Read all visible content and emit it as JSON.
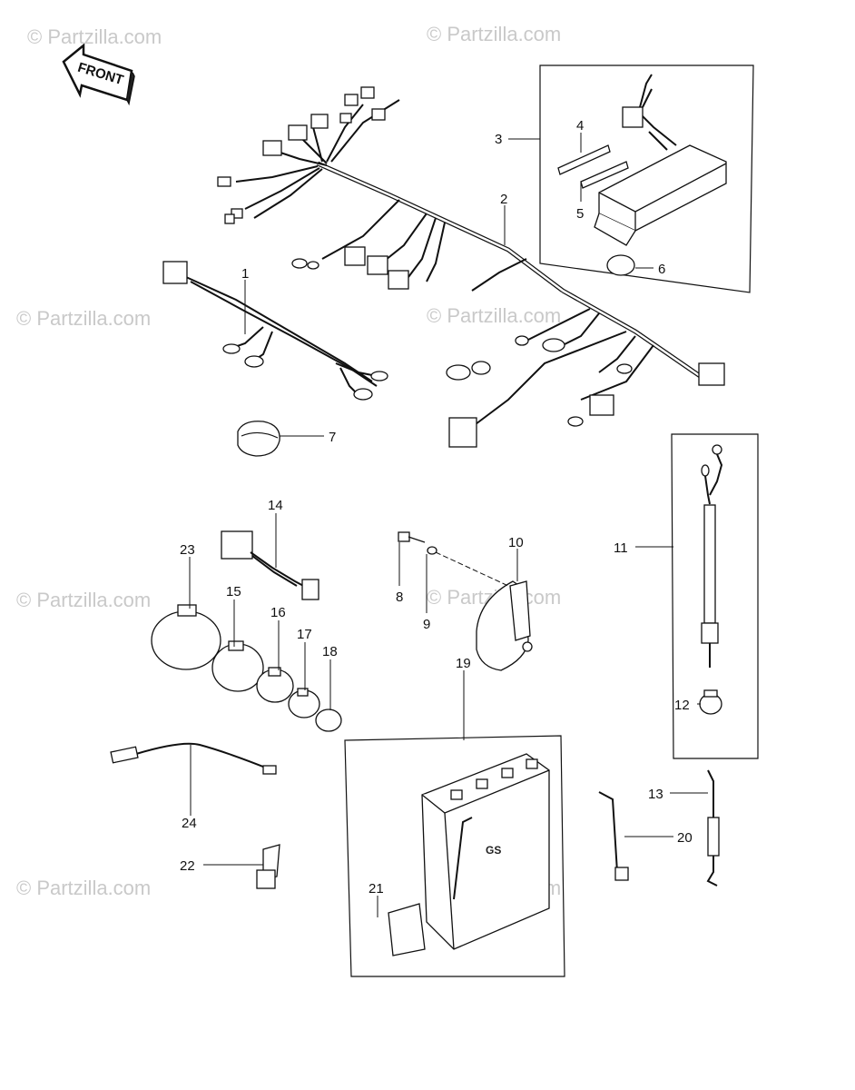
{
  "watermark": {
    "text": "© Partzilla.com"
  },
  "front_arrow": {
    "label": "FRONT"
  },
  "battery_logo": {
    "text": "GS"
  },
  "callouts": [
    {
      "id": "1",
      "label": "1"
    },
    {
      "id": "2",
      "label": "2"
    },
    {
      "id": "3",
      "label": "3"
    },
    {
      "id": "4",
      "label": "4"
    },
    {
      "id": "5",
      "label": "5"
    },
    {
      "id": "6",
      "label": "6"
    },
    {
      "id": "7",
      "label": "7"
    },
    {
      "id": "8",
      "label": "8"
    },
    {
      "id": "9",
      "label": "9"
    },
    {
      "id": "10",
      "label": "10"
    },
    {
      "id": "11",
      "label": "11"
    },
    {
      "id": "12",
      "label": "12"
    },
    {
      "id": "13",
      "label": "13"
    },
    {
      "id": "14",
      "label": "14"
    },
    {
      "id": "15",
      "label": "15"
    },
    {
      "id": "16",
      "label": "16"
    },
    {
      "id": "17",
      "label": "17"
    },
    {
      "id": "18",
      "label": "18"
    },
    {
      "id": "19",
      "label": "19"
    },
    {
      "id": "20",
      "label": "20"
    },
    {
      "id": "21",
      "label": "21"
    },
    {
      "id": "22",
      "label": "22"
    },
    {
      "id": "23",
      "label": "23"
    },
    {
      "id": "24",
      "label": "24"
    }
  ]
}
